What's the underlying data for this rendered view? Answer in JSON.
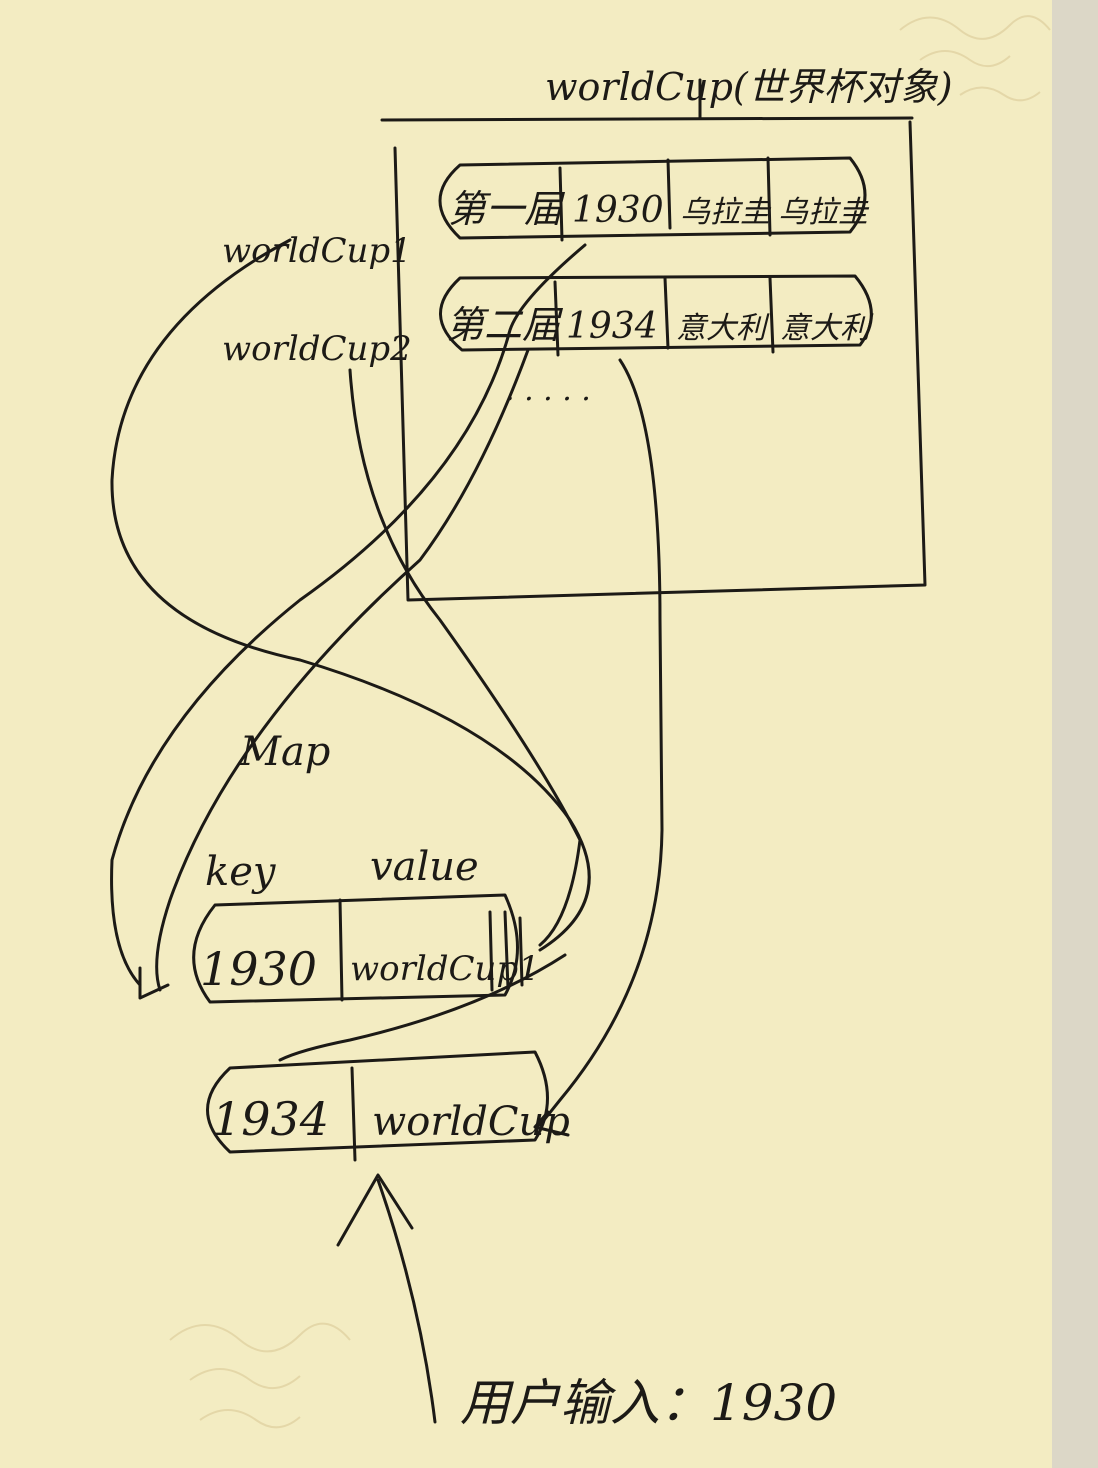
{
  "diagram": {
    "title": "worldCup(世界杯对象)",
    "object_rows": [
      {
        "cells": [
          "第一届",
          "1930",
          "乌拉圭",
          "乌拉圭"
        ]
      },
      {
        "cells": [
          "第二届",
          "1934",
          "意大利",
          "意大利"
        ]
      }
    ],
    "ellipsis": ". . . . .",
    "references": [
      "worldCup1",
      "worldCup2"
    ],
    "map": {
      "title": "Map",
      "key_header": "key",
      "value_header": "value",
      "entries": [
        {
          "key": "1930",
          "value": "worldCup1"
        },
        {
          "key": "1934",
          "value": "worldCup"
        }
      ]
    },
    "user_input": "用户输入：1930"
  },
  "colors": {
    "paper": "#f3ecc2",
    "ink": "#1c1a16",
    "background_edge": "#dcd7c7"
  }
}
